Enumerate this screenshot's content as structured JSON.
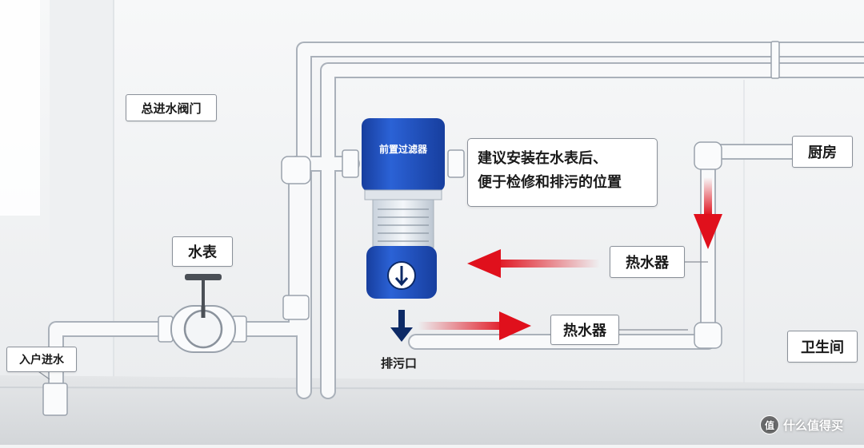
{
  "labels": {
    "main_valve": "总进水阀门",
    "water_meter": "水表",
    "inlet": "入户进水",
    "filter_title": "前置过滤器",
    "note_line1": "建议安装在水表后、",
    "note_line2": "便于检修和排污的位置",
    "kitchen": "厨房",
    "heater_upper": "热水器",
    "heater_lower": "热水器",
    "bathroom": "卫生间",
    "drain": "排污口"
  },
  "watermark": {
    "text": "什么值得买",
    "logo": "值"
  },
  "colors": {
    "filter_blue": "#1f4fbf",
    "arrow_red": "#e0101c",
    "pipe": "#f8f9fa",
    "pipe_edge": "#aab1ba",
    "drain_arrow": "#0d2a66"
  }
}
